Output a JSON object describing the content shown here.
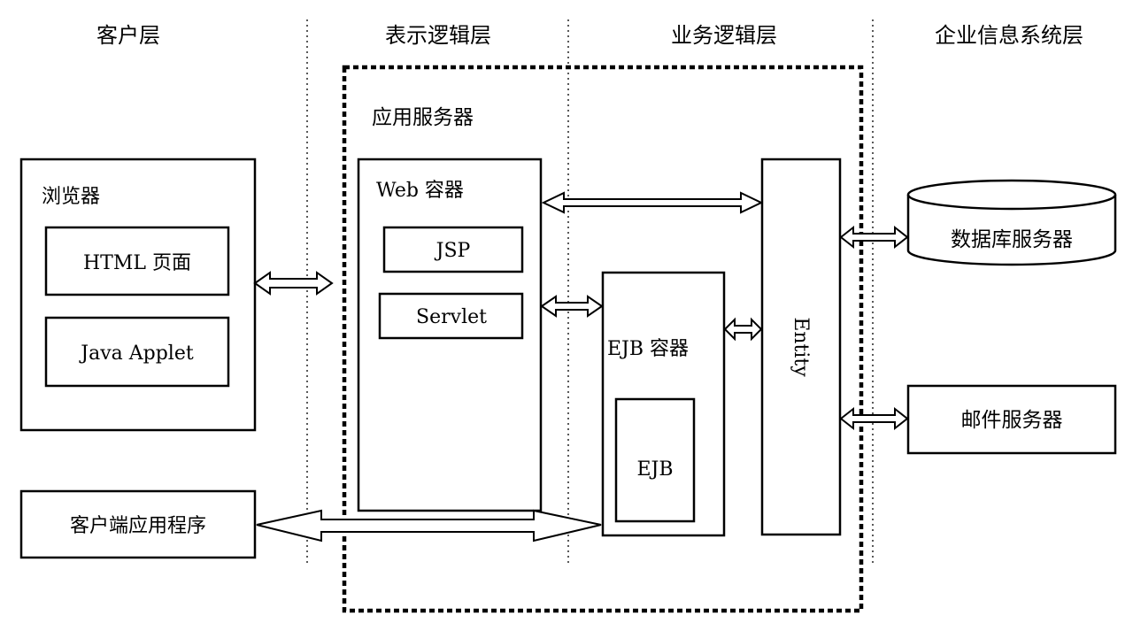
{
  "layers": {
    "client": "客户层",
    "presentation": "表示逻辑层",
    "business": "业务逻辑层",
    "enterprise": "企业信息系统层"
  },
  "app_server": {
    "title": "应用服务器"
  },
  "browser": {
    "title": "浏览器",
    "html_page": "HTML 页面",
    "java_applet": "Java Applet"
  },
  "client_app": "客户端应用程序",
  "web_container": {
    "title": "Web 容器",
    "jsp": "JSP",
    "servlet": "Servlet"
  },
  "ejb_container": {
    "title": "EJB 容器",
    "ejb": "EJB"
  },
  "entity": "Entity",
  "database_server": "数据库服务器",
  "mail_server": "邮件服务器"
}
